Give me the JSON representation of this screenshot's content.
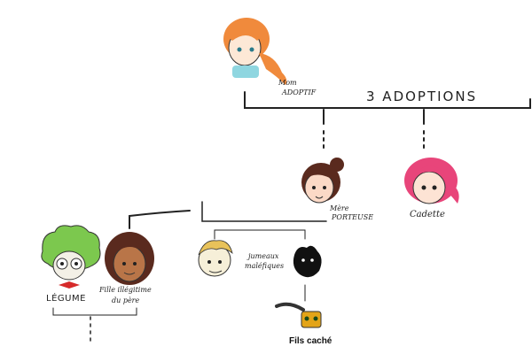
{
  "diagram": {
    "adoptions_title": "3 ADOPTIONS",
    "members": {
      "mom_adoptive": {
        "label_line1": "Mom",
        "label_line2": "ADOPTIF",
        "hair": "#f08a3c"
      },
      "mere_porteuse": {
        "label_line1": "Mère",
        "label_line2": "PORTEUSE",
        "hair": "#5a2a1e"
      },
      "cadette": {
        "label": "Cadette",
        "hair": "#e8457a"
      },
      "jumeaux": {
        "label_line1": "jumeaux",
        "label_line2": "maléfiques",
        "hair": "#e8c25a"
      },
      "fils_cache": {
        "label": "Fils caché"
      },
      "legume": {
        "label": "LÉGUME",
        "hair": "#7cc84e"
      },
      "fille_illegitime": {
        "label_line1": "Fille illégitime",
        "label_line2": "du père",
        "hair": "#5a2a1e"
      }
    }
  }
}
